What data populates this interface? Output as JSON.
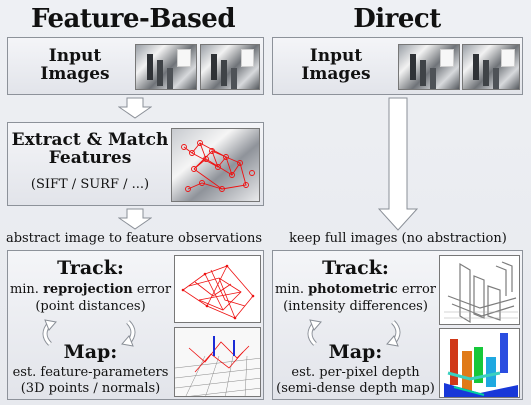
{
  "left": {
    "title": "Feature-Based",
    "input_line1": "Input",
    "input_line2": "Images",
    "extract_line1": "Extract & Match",
    "extract_line2": "Features",
    "extract_line3": "(SIFT / SURF / ...)",
    "abstract_caption": "abstract image to feature observations",
    "track_title": "Track:",
    "track_line1_pre": "min. ",
    "track_line1_bold": "reprojection",
    "track_line1_post": " error",
    "track_line2": "(point distances)",
    "map_title": "Map:",
    "map_line1": "est. feature-parameters",
    "map_line2": "(3D points / normals)"
  },
  "right": {
    "title": "Direct",
    "input_line1": "Input",
    "input_line2": "Images",
    "keep_caption": "keep full images (no abstraction)",
    "track_title": "Track:",
    "track_line1_pre": "min. ",
    "track_line1_bold": "photometric",
    "track_line1_post": " error",
    "track_line2": "(intensity differences)",
    "map_title": "Map:",
    "map_line1": "est. per-pixel depth",
    "map_line2": "(semi-dense depth map)"
  },
  "colors": {
    "box_border": "#8d929a",
    "feature_marker": "#e11111",
    "arrow_fill": "#ffffff",
    "arrow_stroke": "#8a8f97"
  },
  "icons": {
    "cycle": "circular-arrows-icon",
    "down": "down-arrow-icon"
  }
}
